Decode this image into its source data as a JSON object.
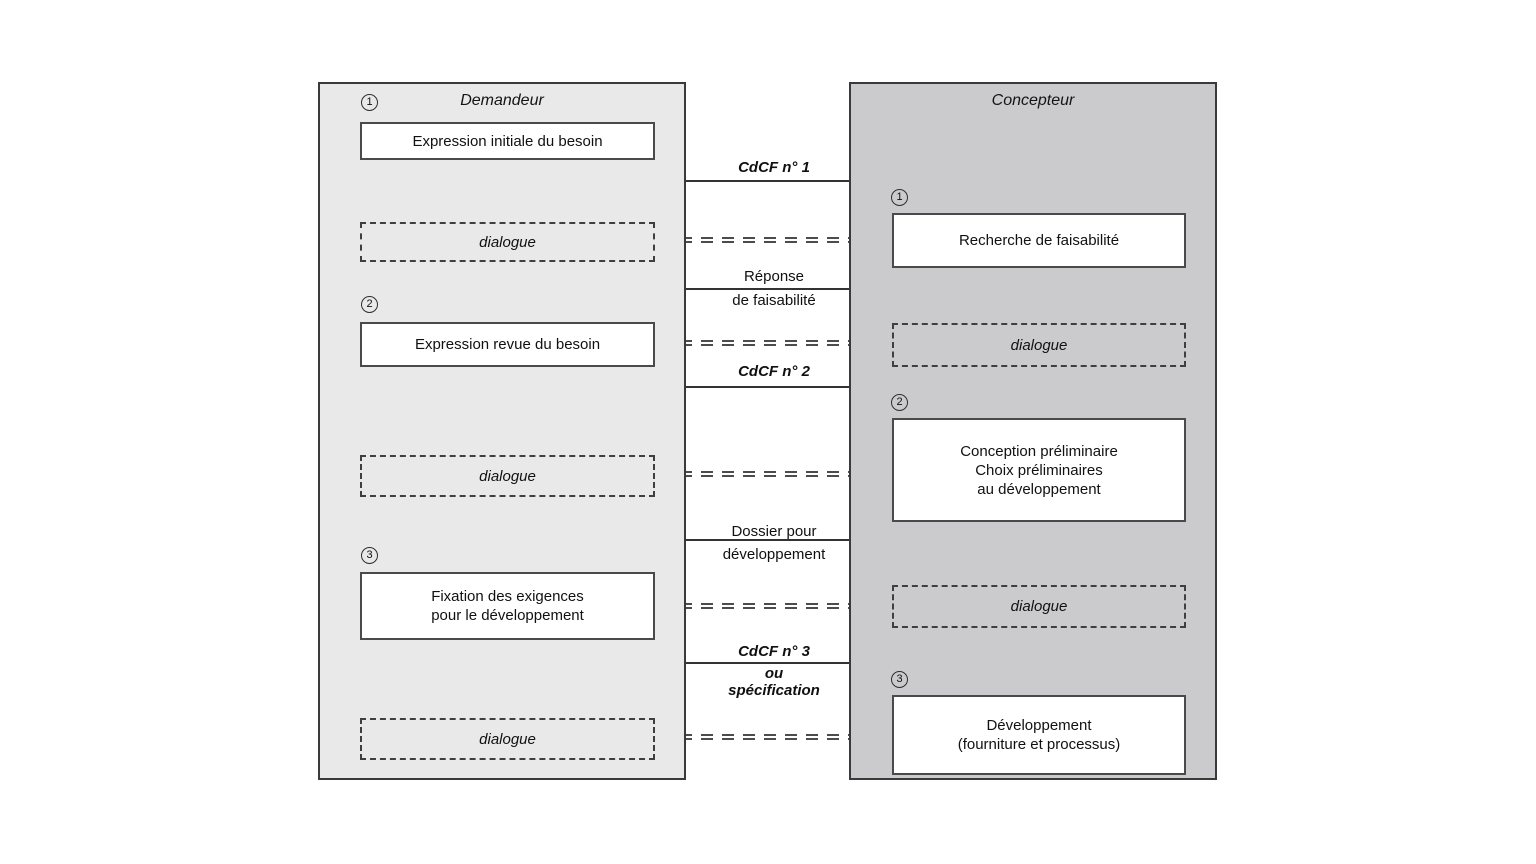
{
  "left_panel": {
    "title": "Demandeur",
    "box1": "Expression initiale du besoin",
    "box2": "Expression revue du besoin",
    "box3": "Fixation des exigences\npour le développement"
  },
  "right_panel": {
    "title": "Concepteur",
    "box1": "Recherche de faisabilité",
    "box2": "Conception préliminaire\nChoix préliminaires\nau développement",
    "box3": "Développement\n(fourniture et processus)"
  },
  "dialogue_label": "dialogue",
  "steps": {
    "s1": "1",
    "s2": "2",
    "s3": "3"
  },
  "flow_labels": {
    "cdcf1": "CdCF n° 1",
    "reponse_1": "Réponse",
    "reponse_2": "de faisabilité",
    "cdcf2": "CdCF n° 2",
    "dossier_1": "Dossier pour",
    "dossier_2": "développement",
    "cdcf3": "CdCF n° 3",
    "cdcf3_ou": "ou",
    "cdcf3_spec": "spécification"
  },
  "colors": {
    "left_panel_bg": "#e9e9e9",
    "right_panel_bg": "#cbcbce",
    "panel_border": "#3a3a3a",
    "box_border": "#4a4a4a",
    "line": "#333333",
    "text": "#111111"
  }
}
